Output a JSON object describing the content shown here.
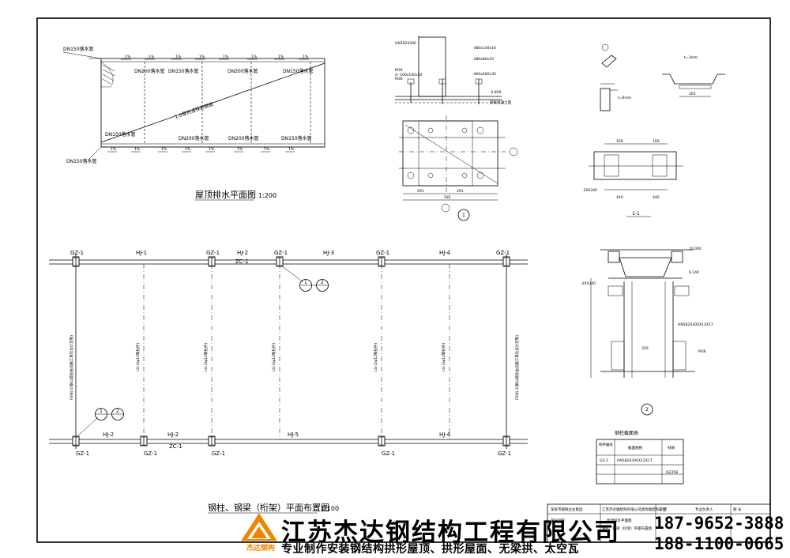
{
  "roof_plan": {
    "title": "屋顶排水平面图",
    "scale": "1:200",
    "slope": "1%",
    "diag_label": "1.0厚热浸锌彩钢板",
    "dn150": "DN150落水管",
    "dn200": "DN200落水管"
  },
  "frame_plan": {
    "title": "钢柱、钢梁（桁架）平面布置图",
    "scale": "1:100",
    "gz1": "GZ-1",
    "hj1": "HJ-1",
    "hj2": "HJ-2",
    "hj3": "HJ-3",
    "hj4": "HJ-4",
    "hj5": "HJ-5",
    "zc1": "ZC-1",
    "lg1": "LG-1(φ12钢拉杆)",
    "fswj": "FSWJ-1(钢山墙处由设施工单位设计定制)",
    "callout_1": "1",
    "callout_2": "2"
  },
  "details": {
    "detail_1": "1",
    "detail_2": "2",
    "section_11": "1-1",
    "hn_label": "HN582X300X12X17",
    "elev_1": "10.000",
    "elev_2": "6.140"
  },
  "section_table": {
    "title": "钢柱截面表",
    "col_code": "构件编号",
    "col_section": "截面规格",
    "col_material": "材质",
    "row_code": "GZ-1",
    "row_section": "HN582X300X12X17",
    "row_material": "Q235B"
  },
  "title_block": {
    "company": "某某市钢铁企业集团",
    "design_inst": "某设计院",
    "project": "江苏杰达钢结构有限公司建筑钢结构工程",
    "sheet_line1": "屋顶排水平面图",
    "sheet_line2": "钢柱、钢梁（桁架）平面布置图",
    "review": "审 定",
    "leader": "专业负责人",
    "sheet": "图 号"
  },
  "banner": {
    "company": "江苏杰达钢结构工程有限公司",
    "slogan": "专业制作安装钢结构拱形屋顶、拱形屋面、无梁拱、太空瓦",
    "phone1": "187-9652-3888",
    "phone2": "188-1100-0665",
    "brand": "杰达钢构",
    "logo_color": "#f08300"
  }
}
